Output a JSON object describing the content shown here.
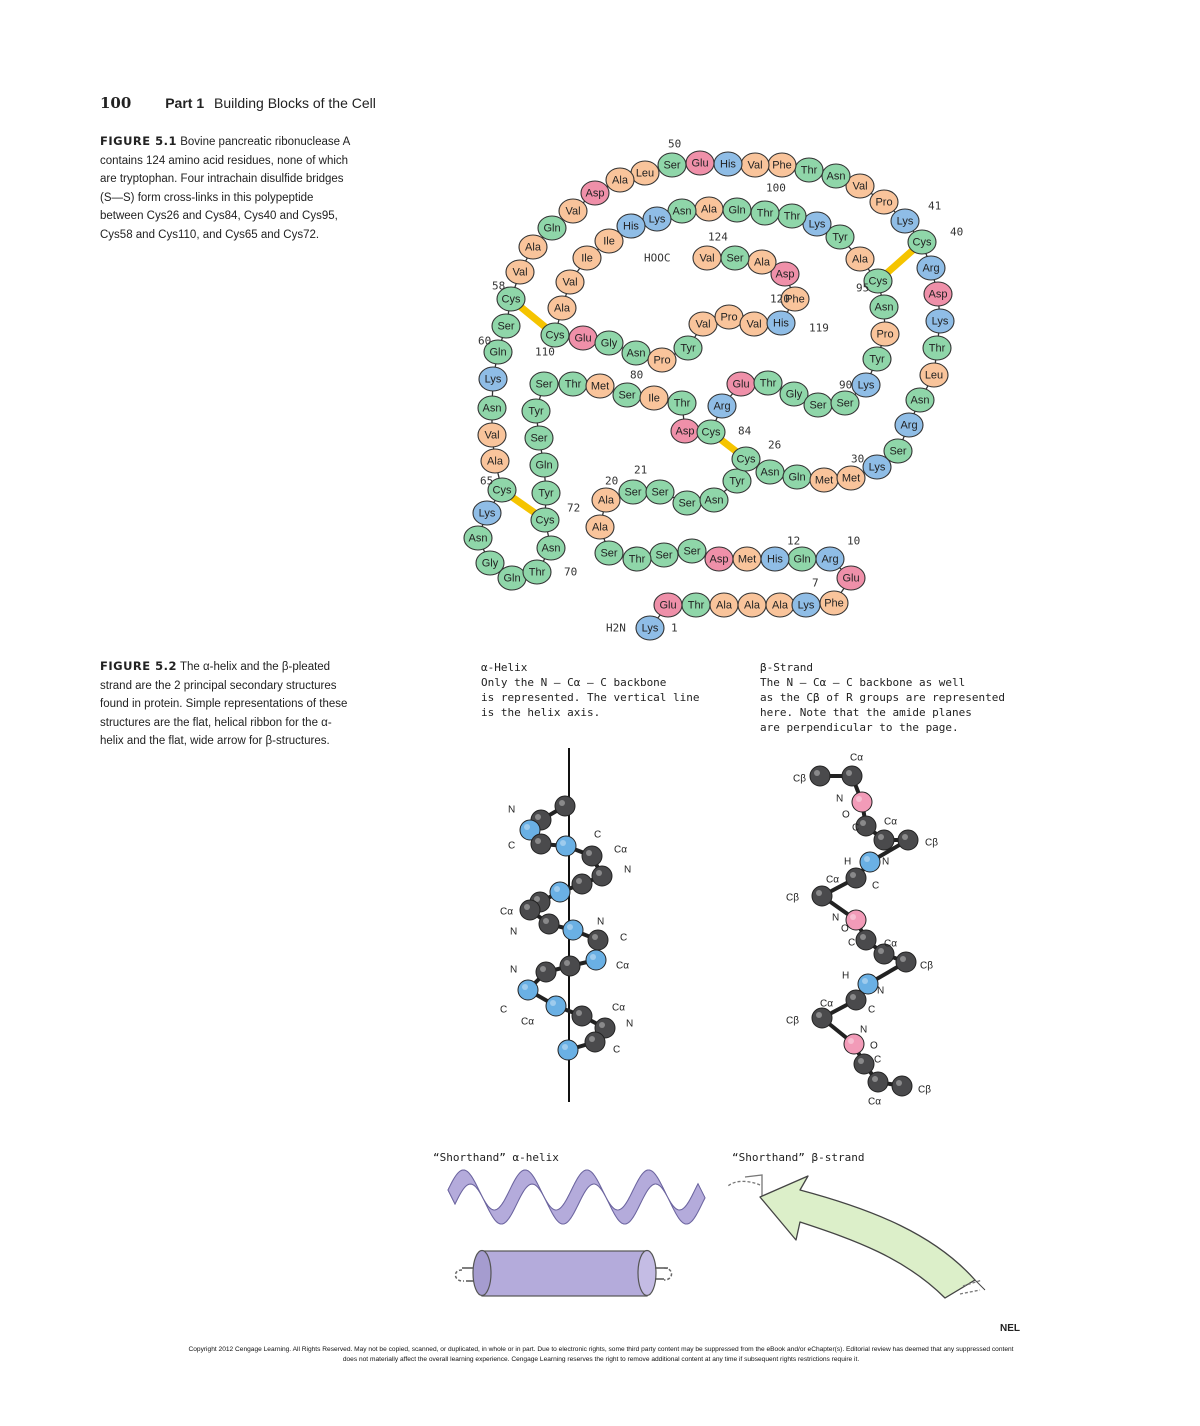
{
  "header": {
    "page_number": "100",
    "part_label": "Part 1",
    "part_title": "Building Blocks of the Cell"
  },
  "figure1": {
    "label": "FIGURE 5.1",
    "caption": "Bovine pancreatic ribonuclease A contains 124 amino acid residues, none of which are tryptophan. Four intrachain disulfide bridges (S—S) form cross-links in this polypeptide between Cys26 and Cys84, Cys40 and Cys95, Cys58 and Cys110, and Cys65 and Cys72.",
    "colors": {
      "hydrophobic": "#f9c49b",
      "polar": "#8fd6a9",
      "basic": "#8fbde6",
      "acidic": "#ef90a9",
      "bridge": "#f5c400"
    },
    "residues": [
      "Lys",
      "Glu",
      "Thr",
      "Ala",
      "Ala",
      "Ala",
      "Lys",
      "Phe",
      "Glu",
      "Arg",
      "Gln",
      "His",
      "Met",
      "Asp",
      "Ser",
      "Ser",
      "Thr",
      "Ser",
      "Ala",
      "Ala",
      "Ser",
      "Ser",
      "Ser",
      "Asn",
      "Tyr",
      "Cys",
      "Asn",
      "Gln",
      "Met",
      "Met",
      "Lys",
      "Ser",
      "Arg",
      "Asn",
      "Leu",
      "Thr",
      "Lys",
      "Asp",
      "Arg",
      "Cys",
      "Lys",
      "Pro",
      "Val",
      "Asn",
      "Thr",
      "Phe",
      "Val",
      "His",
      "Glu",
      "Ser",
      "Leu",
      "Ala",
      "Asp",
      "Val",
      "Gln",
      "Ala",
      "Val",
      "Cys",
      "Ser",
      "Gln",
      "Lys",
      "Asn",
      "Val",
      "Ala",
      "Cys",
      "Lys",
      "Asn",
      "Gly",
      "Gln",
      "Thr",
      "Asn",
      "Cys",
      "Tyr",
      "Gln",
      "Ser",
      "Tyr",
      "Ser",
      "Thr",
      "Met",
      "Ser",
      "Ile",
      "Thr",
      "Asp",
      "Cys",
      "Arg",
      "Glu",
      "Thr",
      "Gly",
      "Ser",
      "Ser",
      "Lys",
      "Tyr",
      "Pro",
      "Asn",
      "Cys",
      "Ala",
      "Tyr",
      "Lys",
      "Thr",
      "Thr",
      "Gln",
      "Ala",
      "Asn",
      "Lys",
      "His",
      "Ile",
      "Ile",
      "Val",
      "Ala",
      "Cys",
      "Glu",
      "Gly",
      "Asn",
      "Pro",
      "Tyr",
      "Val",
      "Pro",
      "Val",
      "His",
      "Phe",
      "Asp",
      "Ala",
      "Ser",
      "Val"
    ],
    "number_labels": [
      "1",
      "7",
      "10",
      "12",
      "20",
      "21",
      "26",
      "30",
      "40",
      "41",
      "50",
      "58",
      "60",
      "65",
      "70",
      "72",
      "80",
      "84",
      "90",
      "95",
      "100",
      "110",
      "119",
      "120",
      "124"
    ],
    "terminals": {
      "n_terminus": "H2N",
      "c_terminus": "HOOC"
    }
  },
  "figure2": {
    "label": "FIGURE 5.2",
    "caption": "The α-helix and the β-pleated strand are the 2 principal secondary structures found in protein. Simple representations of these structures are the flat, helical ribbon for the α-helix and the flat, wide arrow for β-structures.",
    "helix_title": "α-Helix",
    "helix_desc": [
      "Only the N — Cα — C backbone",
      "is represented.  The vertical line",
      "is the helix axis."
    ],
    "strand_title": "β-Strand",
    "strand_desc": [
      "The N — Cα — C backbone as well",
      "as the Cβ of R groups are represented",
      "here.  Note that the amide planes",
      "are perpendicular to the page."
    ],
    "shorthand_helix": "“Shorthand” α-helix",
    "shorthand_strand": "“Shorthand” β-strand",
    "atom_labels": [
      "N",
      "C",
      "Cα",
      "Cβ",
      "O",
      "H"
    ],
    "colors": {
      "carbon": "#4a4a4c",
      "nitrogen": "#6ab0e4",
      "oxygen": "#f29bb8",
      "ribbon": "#b4abdb",
      "arrow": "#dcefc9"
    }
  },
  "footer": {
    "nel": "NEL",
    "copyright": "Copyright 2012 Cengage Learning. All Rights Reserved. May not be copied, scanned, or duplicated, in whole or in part. Due to electronic rights, some third party content may be suppressed from the eBook and/or eChapter(s). Editorial review has deemed that any suppressed content does not materially affect the overall learning experience. Cengage Learning reserves the right to remove additional content at any time if subsequent rights restrictions require it."
  }
}
